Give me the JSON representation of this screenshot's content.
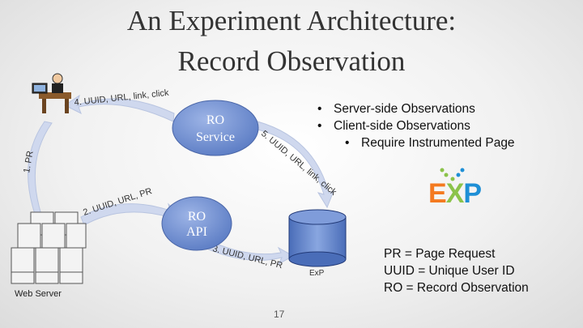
{
  "title": {
    "line1": "An Experiment Architecture:",
    "line2": "Record Observation"
  },
  "diagram": {
    "ro_service": [
      "RO",
      "Service"
    ],
    "ro_api": [
      "RO",
      "API"
    ],
    "web_server_label": "Web Server",
    "exp_db_label": "ExP",
    "arrow_top": "4. UUID, URL, link, click",
    "arrow_left": "1. PR",
    "arrow_right": "5. UUID, URL, link, click",
    "arrow_mid": "2. UUID, URL, PR",
    "arrow_bottom": "3. UUID, URL, PR"
  },
  "bullets": {
    "item1": "Server-side Observations",
    "item2": "Client-side Observations",
    "sub1": "Require Instrumented Page"
  },
  "exp_logo": {
    "e": "E",
    "x": "X",
    "p": "P"
  },
  "legend": [
    "PR = Page Request",
    "UUID = Unique User ID",
    "RO = Record Observation"
  ],
  "page_number": "17",
  "colors": {
    "bubble": "#6f8fd0",
    "arrow": "#cfd8ee",
    "exp_orange": "#f47a20",
    "exp_green": "#8bc34a",
    "exp_blue": "#1e8fd6"
  }
}
